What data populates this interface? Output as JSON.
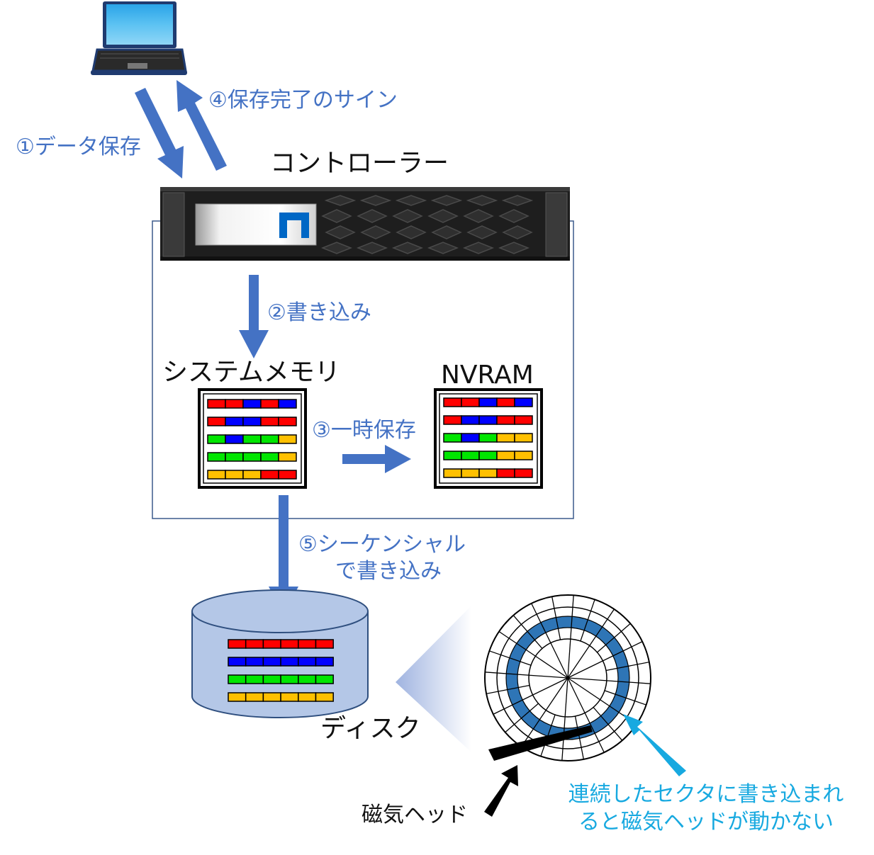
{
  "labels": {
    "step1": "①データ保存",
    "step4": "④保存完了のサイン",
    "controller": "コントローラー",
    "step2": "②書き込み",
    "system_memory": "システムメモリ",
    "nvram": "NVRAM",
    "step3": "③一時保存",
    "step5_line1": "⑤シーケンシャル",
    "step5_line2": "で書き込み",
    "disk": "ディスク",
    "magnetic_head": "磁気ヘッド",
    "note_line1": "連続したセクタに書き込まれ",
    "note_line2": "ると磁気ヘッドが動かない"
  },
  "colors": {
    "arrow_blue": "#4472c4",
    "note_cyan": "#17a9e0",
    "red": "#ff0000",
    "blue": "#0000ff",
    "green": "#00e600",
    "yellow": "#ffc000",
    "disk_fill": "#b4c7e7",
    "track_highlight": "#2e75b6"
  },
  "memory_rows": [
    [
      "red",
      "red",
      "blue",
      "red",
      "blue"
    ],
    [
      "red",
      "blue",
      "blue",
      "red",
      "red"
    ],
    [
      "green",
      "blue",
      "green",
      "green",
      "yellow"
    ],
    [
      "green",
      "green",
      "green",
      "green",
      "yellow"
    ],
    [
      "yellow",
      "yellow",
      "yellow",
      "red",
      "red"
    ]
  ],
  "nvram_rows": [
    [
      "red",
      "red",
      "blue",
      "red",
      "blue"
    ],
    [
      "red",
      "blue",
      "blue",
      "red",
      "red"
    ],
    [
      "green",
      "blue",
      "green",
      "yellow",
      "yellow"
    ],
    [
      "green",
      "green",
      "green",
      "yellow",
      "yellow"
    ],
    [
      "yellow",
      "yellow",
      "yellow",
      "red",
      "red"
    ]
  ],
  "disk_rows": [
    [
      "red",
      "red",
      "red",
      "red",
      "red",
      "red"
    ],
    [
      "blue",
      "blue",
      "blue",
      "blue",
      "blue",
      "blue"
    ],
    [
      "green",
      "green",
      "green",
      "green",
      "green",
      "green"
    ],
    [
      "yellow",
      "yellow",
      "yellow",
      "yellow",
      "yellow",
      "yellow"
    ]
  ],
  "icons": {
    "laptop": "laptop-icon",
    "controller": "storage-controller-icon",
    "platter": "disk-platter-icon"
  }
}
